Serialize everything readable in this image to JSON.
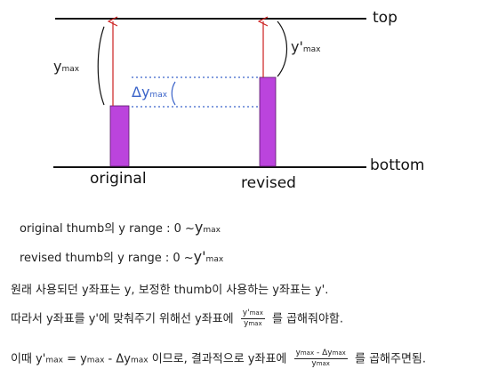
{
  "diagram": {
    "labels": {
      "top": "top",
      "bottom": "bottom",
      "original": "original",
      "revised": "revised",
      "ymax_main": "y",
      "ymax_sub": "max",
      "yprime_main": "y'",
      "yprime_sub": "max",
      "delta_main": "Δy",
      "delta_sub": "max"
    },
    "colors": {
      "line": "#111111",
      "arrow": "#cc1f1f",
      "thumb": "#bb44dd",
      "dotted": "#3a63c9",
      "delta_text": "#3a63c9"
    }
  },
  "text": {
    "line1_prefix": "original thumb의 y range : 0 ~",
    "line1_var": "y",
    "line1_sub": "max",
    "line2_prefix": "revised thumb의 y range : 0 ~",
    "line2_var": "y'",
    "line2_sub": "max",
    "line3": "원래 사용되던 y좌표는 y, 보정한 thumb이 사용하는 y좌표는 y'.",
    "line4_prefix": "따라서 y좌표를 y'에 맞춰주기 위해선 y좌표에",
    "line4_num_var": "y'",
    "line4_num_sub": "max",
    "line4_den_var": "y",
    "line4_den_sub": "max",
    "line4_suffix": "를 곱해줘야함.",
    "line5_prefix": "이때 y'",
    "line5_sub1": "max",
    "line5_eq": "= y",
    "line5_sub2": "max",
    "line5_minus": "- Δy",
    "line5_sub3": "max",
    "line5_mid": "이므로, 결과적으로 y좌표에",
    "line5_num": "y",
    "line5_num_sub1": "max",
    "line5_num_minus": "- Δy",
    "line5_num_sub2": "max",
    "line5_den_var": "y",
    "line5_den_sub": "max",
    "line5_suffix": "를 곱해주면됨."
  }
}
